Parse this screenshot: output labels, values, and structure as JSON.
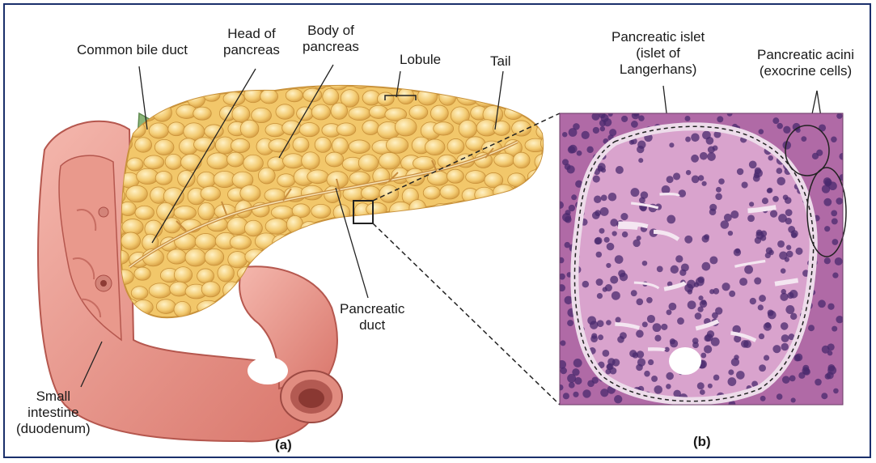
{
  "labels": {
    "common_bile_duct": "Common bile duct",
    "head_of_pancreas": "Head of\npancreas",
    "body_of_pancreas": "Body of\npancreas",
    "lobule": "Lobule",
    "tail": "Tail",
    "pancreatic_duct": "Pancreatic\nduct",
    "small_intestine": "Small\nintestine\n(duodenum)",
    "pancreatic_islet": "Pancreatic islet\n(islet of\nLangerhans)",
    "pancreatic_acini": "Pancreatic acini\n(exocrine cells)"
  },
  "panels": {
    "a": "(a)",
    "b": "(b)"
  },
  "colors": {
    "border": "#1a2f6b",
    "pancreas": "#f2c76a",
    "pancreas_edge": "#c8913a",
    "intestine": "#e89a8f",
    "intestine_dark": "#c4665e",
    "bile_duct": "#7fae6a",
    "micrograph_bg": "#b06aa6",
    "islet": "#d9a3cd",
    "nucleus": "#4a2a6e"
  }
}
